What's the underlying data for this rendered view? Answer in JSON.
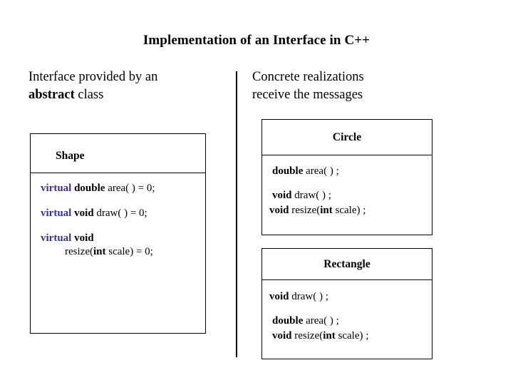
{
  "slide": {
    "title": "Implementation of an Interface in C++",
    "captions": {
      "left_line1": "Interface provided by an",
      "left_bold": "abstract",
      "left_line2_tail": " class",
      "right_line1": "Concrete realizations",
      "right_line2": "receive the messages"
    },
    "colors": {
      "keyword_virtual": "#333399",
      "text": "#000000",
      "border": "#000000",
      "background": "#ffffff"
    }
  },
  "abstract_class": {
    "name": "Shape",
    "members": [
      {
        "id": "area",
        "keyword": "virtual",
        "type": "double",
        "signature": " area( ) = 0;"
      },
      {
        "id": "draw",
        "keyword": "virtual",
        "type": "void",
        "signature": " draw( ) = 0;"
      },
      {
        "id": "resize",
        "keyword": "virtual",
        "type": "void",
        "signature": "",
        "continuation_pre": "resize(",
        "continuation_bold": "int",
        "continuation_post": " scale) = 0;"
      }
    ]
  },
  "concrete_classes": [
    {
      "id": "circle",
      "name": "Circle",
      "members": [
        {
          "type": "double",
          "pre": " area( ) ;"
        },
        {
          "type": "void",
          "pre": " draw( ) ;"
        },
        {
          "type": "void",
          "pre": "  resize(",
          "bold_mid": "int",
          "post": " scale) ;"
        }
      ]
    },
    {
      "id": "rectangle",
      "name": "Rectangle",
      "members": [
        {
          "type": "void",
          "pre": " draw( ) ;"
        },
        {
          "type": "double",
          "pre": " area( ) ;"
        },
        {
          "type": "void",
          "pre": "  resize(",
          "bold_mid": "int",
          "post": " scale) ;"
        }
      ]
    }
  ]
}
